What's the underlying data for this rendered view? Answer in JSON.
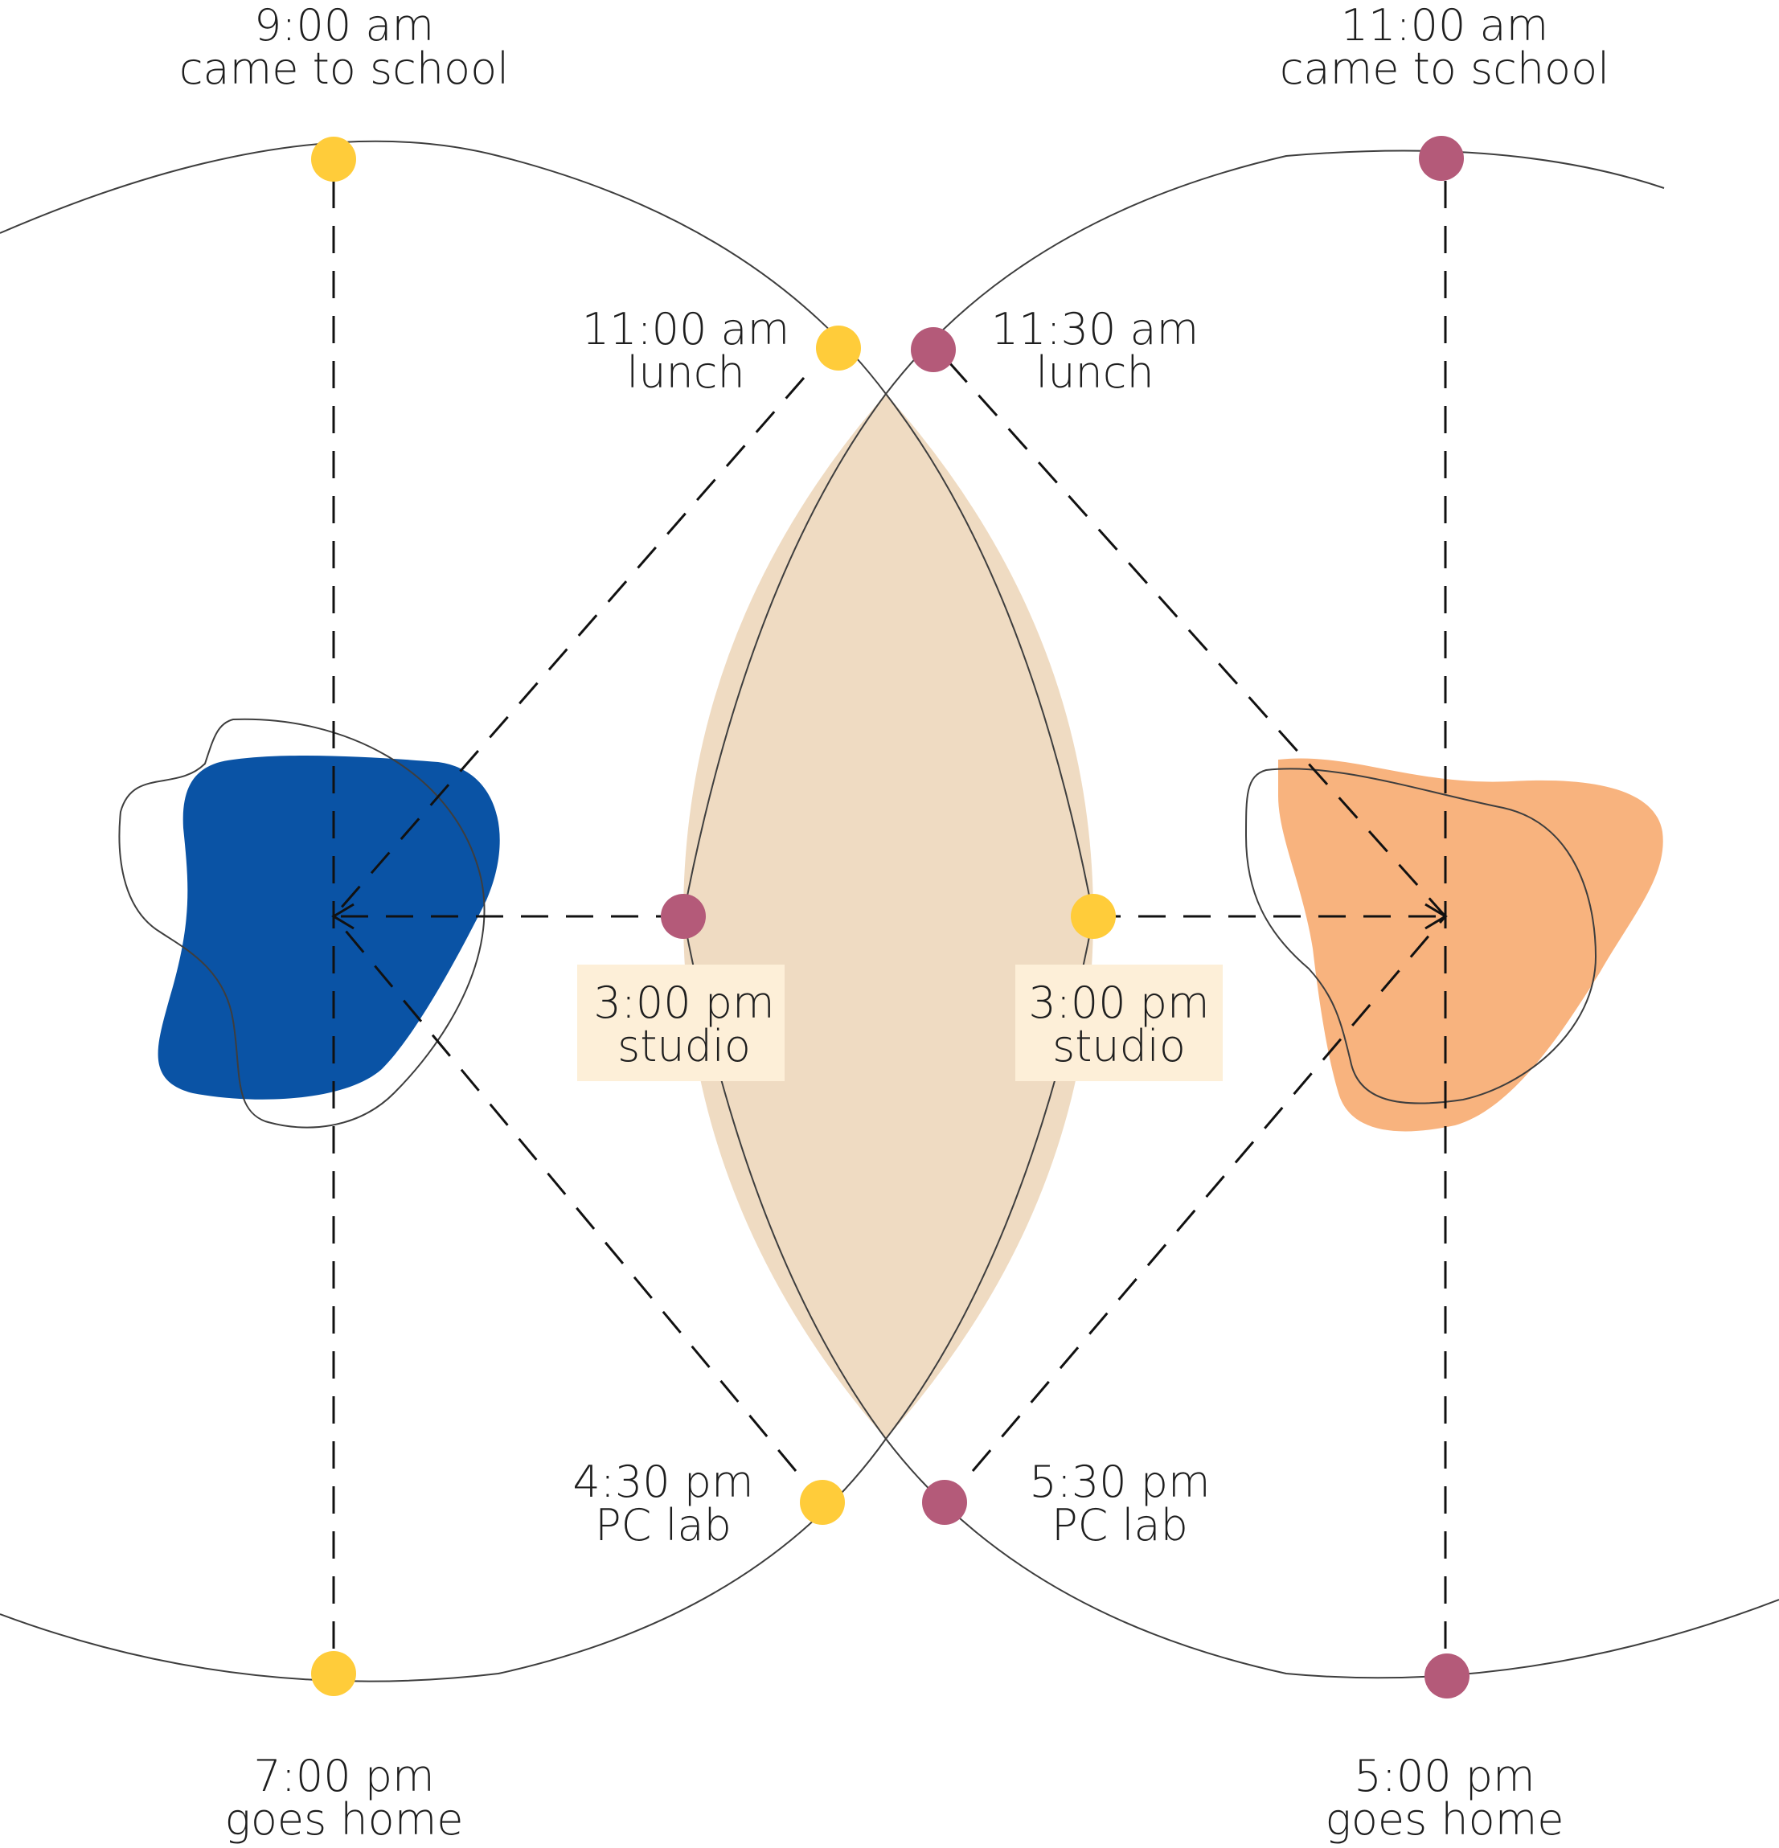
{
  "colors": {
    "person_a": "#FFCC3A",
    "person_b": "#B45A79",
    "lens": "#EFDBC2",
    "label_box": "#FDEFD8",
    "blob_a": "#0A53A5",
    "blob_b": "#F8B37E",
    "line": "#111111"
  },
  "labels": {
    "a_arrive": {
      "time": "9:00 am",
      "activity": "came to school"
    },
    "b_arrive": {
      "time": "11:00 am",
      "activity": "came to school"
    },
    "a_lunch": {
      "time": "11:00 am",
      "activity": "lunch"
    },
    "b_lunch": {
      "time": "11:30 am",
      "activity": "lunch"
    },
    "b_studio": {
      "time": "3:00 pm",
      "activity": "studio"
    },
    "a_studio": {
      "time": "3:00 pm",
      "activity": "studio"
    },
    "a_pclab": {
      "time": "4:30 pm",
      "activity": "PC lab"
    },
    "b_pclab": {
      "time": "5:30 pm",
      "activity": "PC lab"
    },
    "a_home": {
      "time": "7:00 pm",
      "activity": "goes home"
    },
    "b_home": {
      "time": "5:00 pm",
      "activity": "goes home"
    }
  }
}
